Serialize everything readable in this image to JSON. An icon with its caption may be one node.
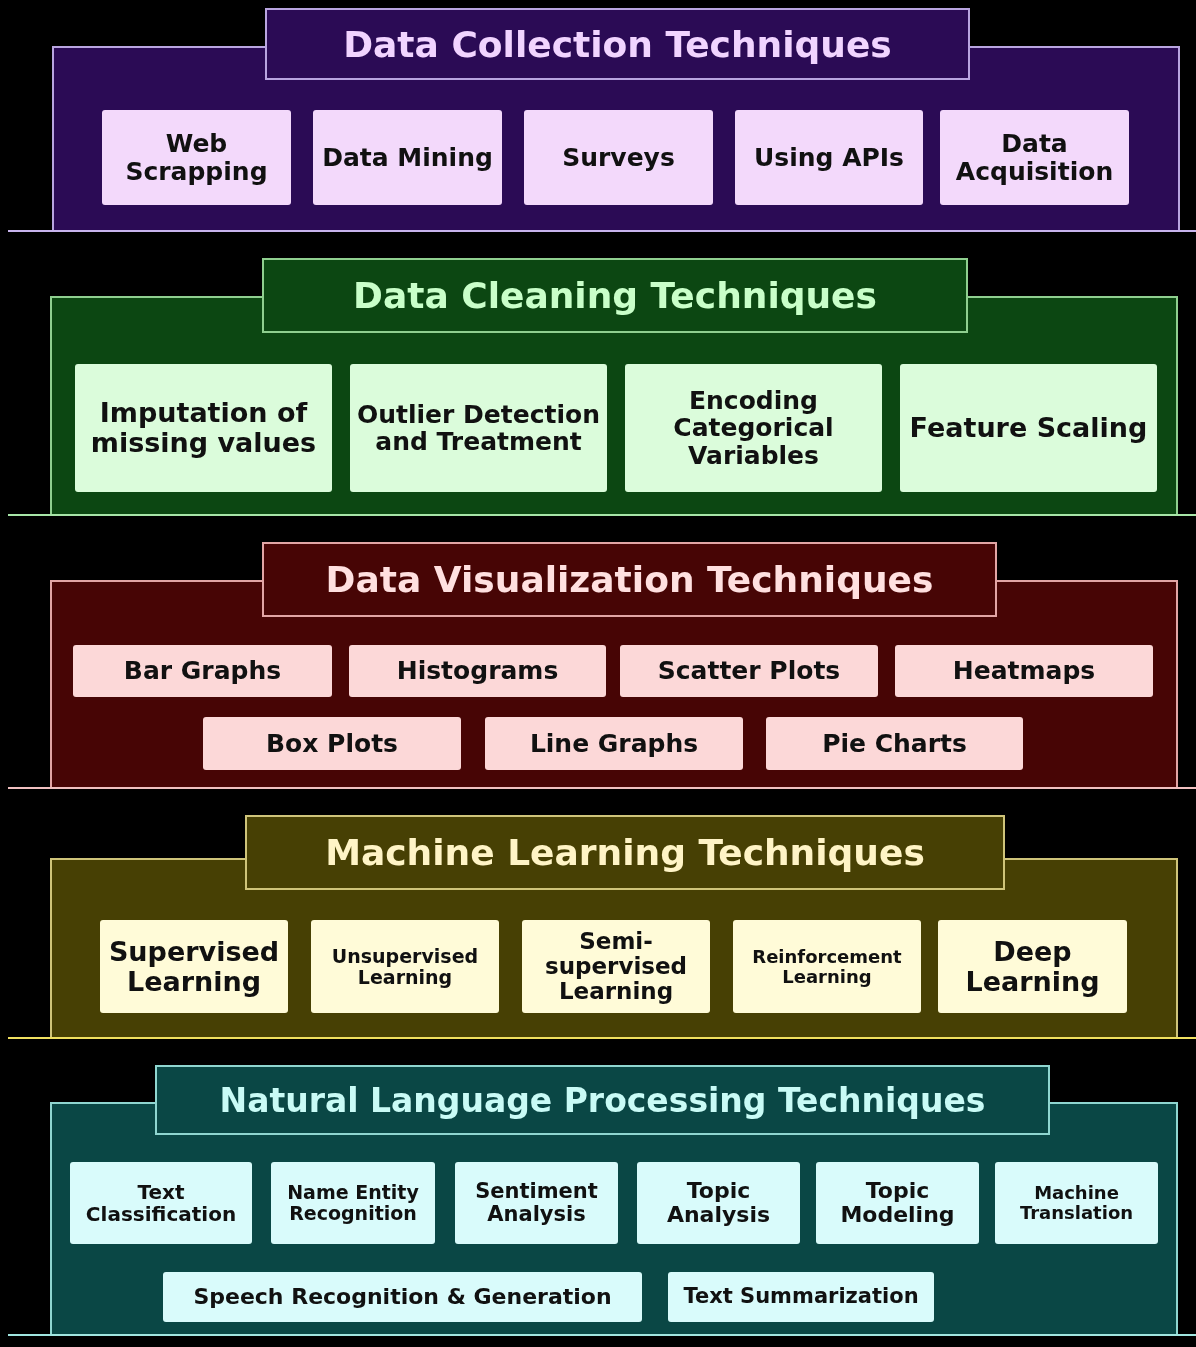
{
  "diagram": {
    "nodes": [
      {
        "text": [
          "Data Collection Techniques"
        ]
      },
      {
        "text": [
          "Web Scrapping"
        ],
        "in": 0
      },
      {
        "text": [
          "Data Mining"
        ],
        "in": 0
      },
      {
        "text": [
          "Surveys"
        ],
        "in": 0
      },
      {
        "text": [
          "Using APIs"
        ],
        "in": 0
      },
      {
        "text": [
          "Data Acquisition"
        ],
        "in": 0
      },
      {
        "text": [
          "Data Cleaning Techniques"
        ]
      },
      {
        "text": [
          "Imputation of missing values"
        ],
        "in": 6
      },
      {
        "text": [
          "Outlier Detection and Treatment"
        ],
        "in": 6
      },
      {
        "text": [
          "Encoding Categorical Variables"
        ],
        "in": 6
      },
      {
        "text": [
          "Feature Scaling"
        ],
        "in": 6
      },
      {
        "text": [
          "Data Visualization Techniques"
        ]
      },
      {
        "text": [
          "Bar Graphs"
        ],
        "in": 11
      },
      {
        "text": [
          "Histograms"
        ],
        "in": 11
      },
      {
        "text": [
          "Scatter Plots"
        ],
        "in": 11
      },
      {
        "text": [
          "Heatmaps"
        ],
        "in": 11
      },
      {
        "text": [
          "Box Plots"
        ],
        "in": 11
      },
      {
        "text": [
          "Line Graphs"
        ],
        "in": 11
      },
      {
        "text": [
          "Pie Charts"
        ],
        "in": 11
      },
      {
        "text": [
          "Machine Learning Techniques"
        ]
      },
      {
        "text": [
          "Supervised Learning"
        ],
        "in": 19
      },
      {
        "text": [
          "Unsupervised Learning"
        ],
        "in": 19
      },
      {
        "text": [
          "Semi-supervised Learning"
        ],
        "in": 19
      },
      {
        "text": [
          "Reinforcement Learning"
        ],
        "in": 19
      },
      {
        "text": [
          "Deep Learning"
        ],
        "in": 19
      },
      {
        "text": [
          "Natural Language Processing Techniques"
        ]
      },
      {
        "text": [
          "Text Classification"
        ],
        "in": 25
      },
      {
        "text": [
          "Name Entity Recognition"
        ],
        "in": 25
      },
      {
        "text": [
          "Sentiment Analysis"
        ],
        "in": 25
      },
      {
        "text": [
          "Topic Analysis"
        ],
        "in": 25
      },
      {
        "text": [
          "Topic Modeling"
        ],
        "in": 25
      },
      {
        "text": [
          "Machine Translation"
        ],
        "in": 25
      },
      {
        "text": [
          "Speech Recognition & Generation"
        ],
        "in": 25
      },
      {
        "text": [
          "Text Summarization"
        ],
        "in": 25
      }
    ]
  }
}
